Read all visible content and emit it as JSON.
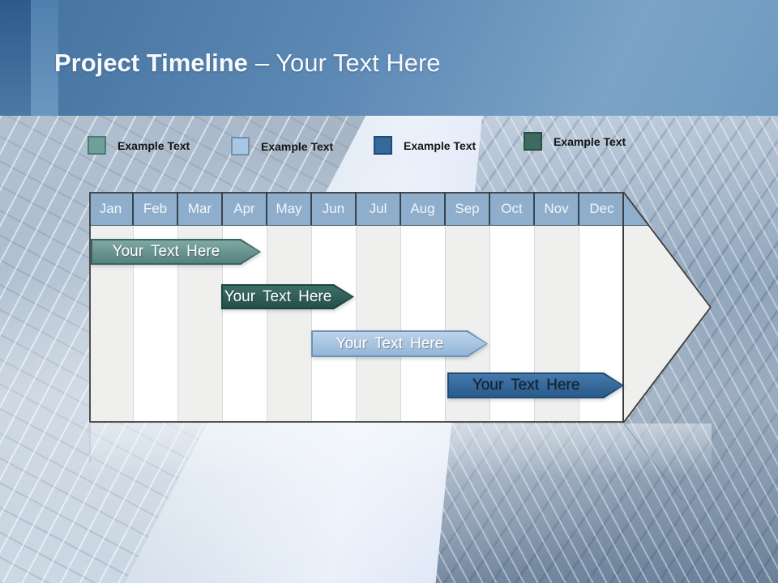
{
  "slide_title": {
    "primary": "Project Timeline",
    "secondary": "– Your Text Here"
  },
  "legend": {
    "items": [
      {
        "label": "Example Text",
        "color": "#6FA09C",
        "border_color": "#4E7A76"
      },
      {
        "label": "Example Text",
        "color": "#A9C6E2",
        "border_color": "#6C93B6"
      },
      {
        "label": "Example Text",
        "color": "#35689B",
        "border_color": "#1F4B75"
      },
      {
        "label": "Example Text",
        "color": "#3E6B60",
        "border_color": "#2A4F45"
      }
    ]
  },
  "timeline": {
    "months": [
      "Jan",
      "Feb",
      "Mar",
      "Apr",
      "May",
      "Jun",
      "Jul",
      "Aug",
      "Sep",
      "Oct",
      "Nov",
      "Dec"
    ],
    "header_fill": "#8FAECB",
    "header_text_color": "#F2F6FA",
    "bars": [
      {
        "label": "Your Text Here",
        "fill": "#54827E",
        "fill_top": "#7FA8A4",
        "border": "#3A6360",
        "label_color": "#FFFFFF",
        "span": "Jan–Apr"
      },
      {
        "label": "Your Text Here",
        "fill": "#24504A",
        "fill_top": "#3C6F66",
        "border": "#1C423C",
        "label_color": "#FFFFFF",
        "span": "Apr–Jun"
      },
      {
        "label": "Your Text Here",
        "fill": "#93B5D6",
        "fill_top": "#BCD3EA",
        "border": "#6C93B6",
        "label_color": "#FFFFFF",
        "span": "Jun–Sep"
      },
      {
        "label": "Your Text Here",
        "fill": "#2A5A8C",
        "fill_top": "#4478AB",
        "border": "#1F4B75",
        "label_color": "#0E2135",
        "span": "Sep–Dec"
      }
    ]
  }
}
